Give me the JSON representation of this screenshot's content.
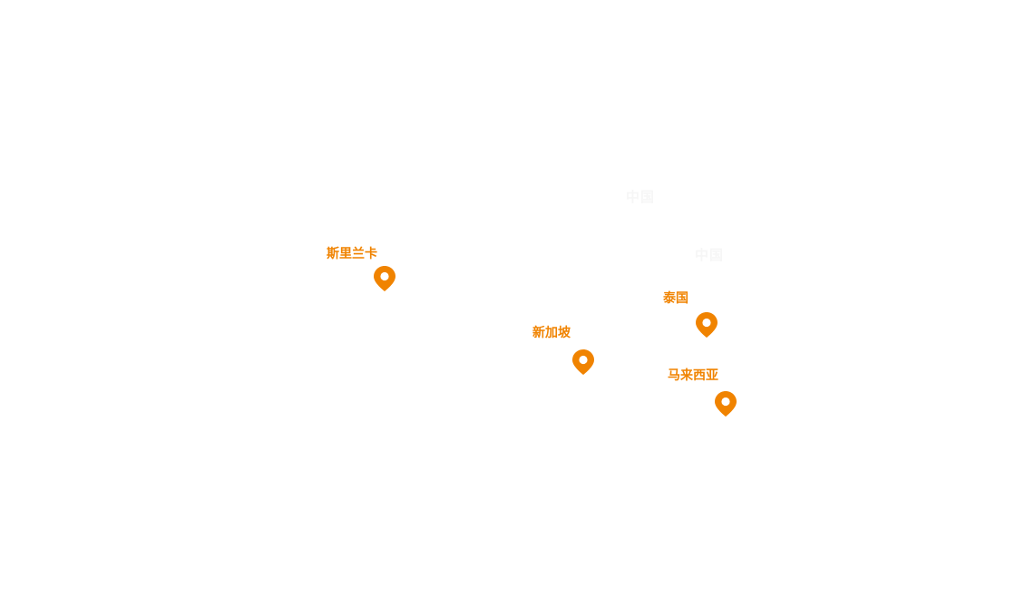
{
  "map": {
    "accent_color": "#f08300",
    "background_labels": [
      {
        "id": "china-1",
        "label": "中国"
      },
      {
        "id": "china-2",
        "label": "中国"
      }
    ],
    "markers": [
      {
        "id": "sri-lanka",
        "label": "斯里兰卡",
        "icon": "map-pin-icon"
      },
      {
        "id": "thailand",
        "label": "泰国",
        "icon": "map-pin-icon"
      },
      {
        "id": "singapore",
        "label": "新加坡",
        "icon": "map-pin-icon"
      },
      {
        "id": "malaysia",
        "label": "马来西亚",
        "icon": "map-pin-icon"
      }
    ]
  }
}
